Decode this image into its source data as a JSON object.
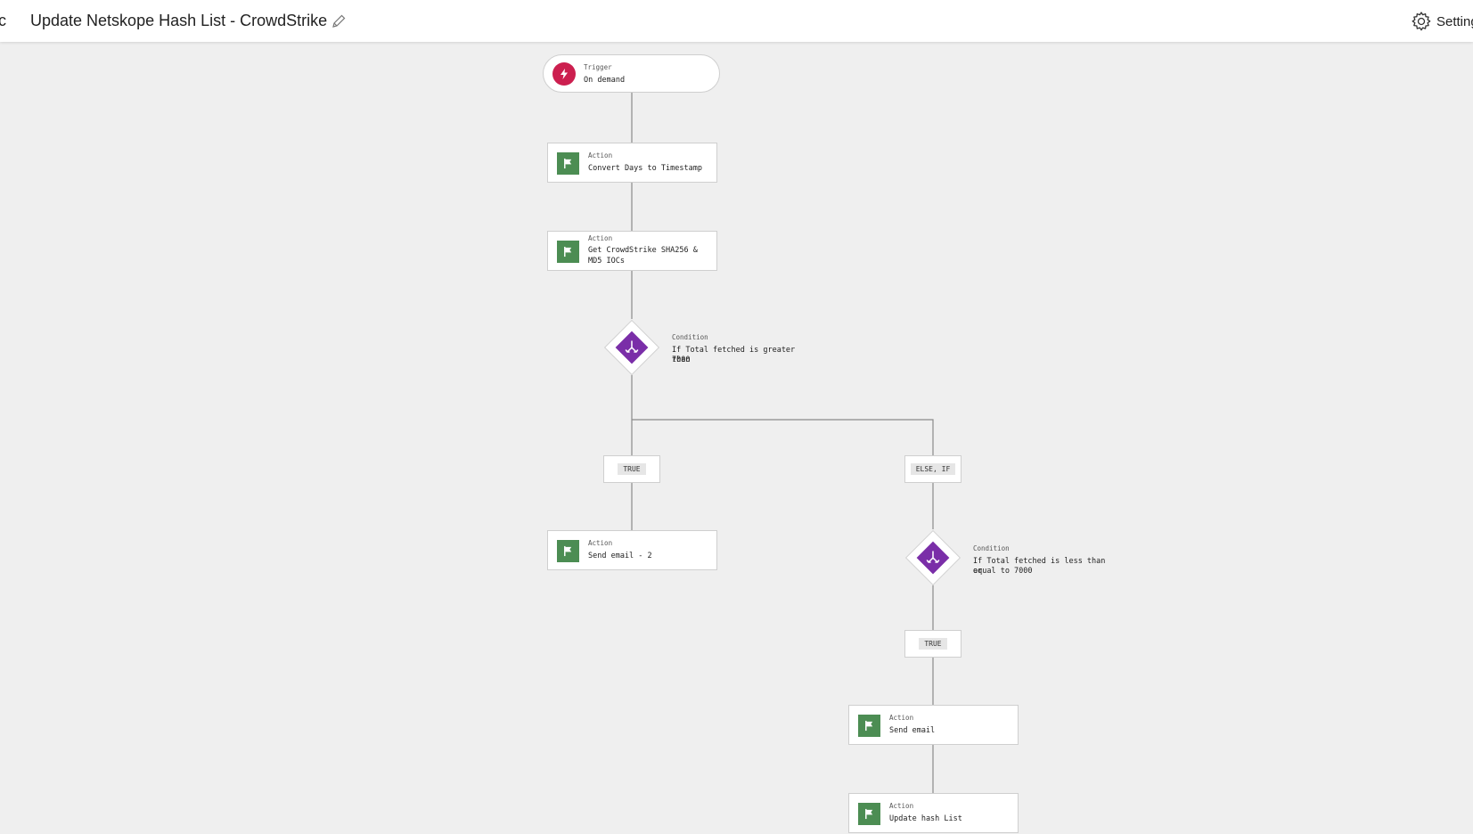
{
  "header": {
    "back_fragment": "c",
    "title": "Update Netskope Hash List - CrowdStrike",
    "settings_label": "Settings"
  },
  "colors": {
    "trigger": "#cc1f4f",
    "action": "#4c8d53",
    "condition": "#7a2ea8",
    "canvas_bg": "#efefef",
    "connector": "#8a8a8a"
  },
  "flow": {
    "trigger": {
      "kind": "Trigger",
      "label": "On demand",
      "icon": "lightning-bolt-icon"
    },
    "actions": [
      {
        "kind": "Action",
        "label": "Convert Days to Timestamp",
        "icon": "flag-icon"
      },
      {
        "kind": "Action",
        "label": "Get CrowdStrike SHA256 & MD5 IOCs",
        "label_line1": "Get CrowdStrike SHA256 &",
        "label_line2": "MD5 IOCs",
        "icon": "flag-icon"
      },
      {
        "kind": "Action",
        "label": "Send email - 2",
        "icon": "flag-icon"
      },
      {
        "kind": "Action",
        "label": "Send email",
        "icon": "flag-icon"
      },
      {
        "kind": "Action",
        "label": "Update hash List",
        "icon": "flag-icon"
      }
    ],
    "conditions": [
      {
        "kind": "Condition",
        "label_line1": "If Total fetched is greater than",
        "label_line2": "7000",
        "icon": "branch-icon"
      },
      {
        "kind": "Condition",
        "label_line1": "If Total fetched is less than or",
        "label_line2": "equal to 7000",
        "icon": "branch-icon"
      }
    ],
    "branches": [
      {
        "label": "TRUE"
      },
      {
        "label": "ELSE, IF"
      },
      {
        "label": "TRUE"
      }
    ]
  }
}
